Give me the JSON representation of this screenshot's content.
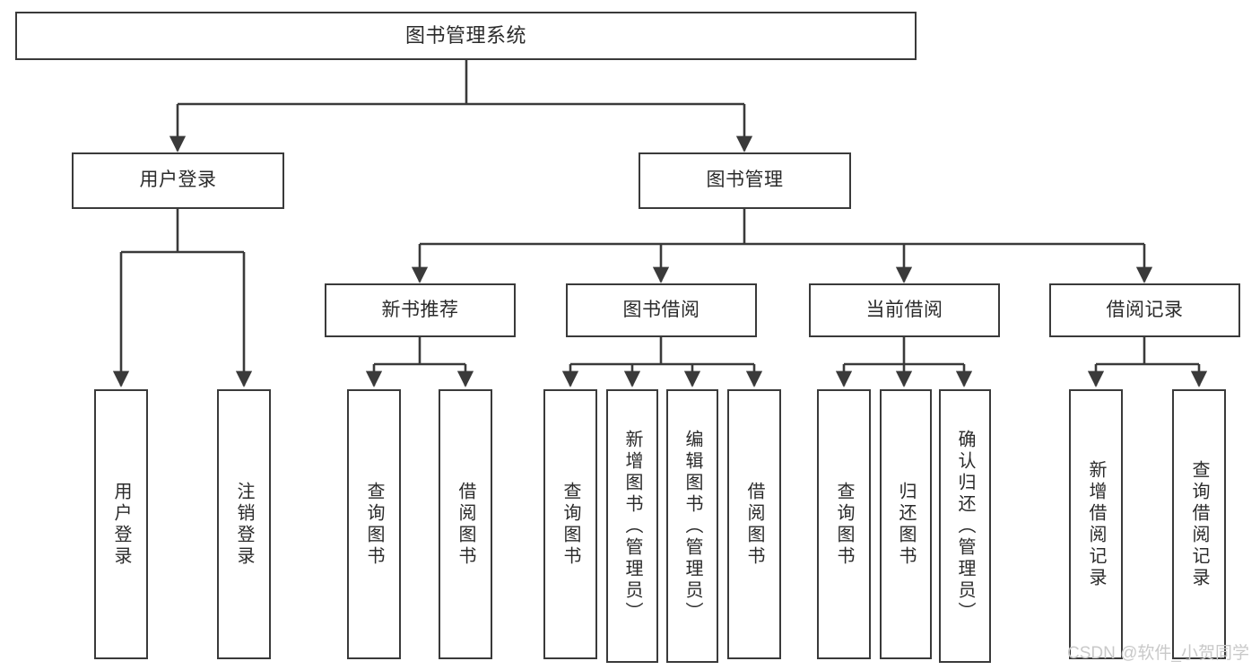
{
  "diagram": {
    "title": "图书管理系统",
    "type": "hierarchy-tree",
    "orientation": "top-down"
  },
  "root": {
    "label": "图书管理系统"
  },
  "level2": [
    {
      "label": "用户登录"
    },
    {
      "label": "图书管理"
    }
  ],
  "level3": [
    {
      "label": "新书推荐"
    },
    {
      "label": "图书借阅"
    },
    {
      "label": "当前借阅"
    },
    {
      "label": "借阅记录"
    }
  ],
  "leaves": {
    "user_login": [
      {
        "label": "用户登录"
      },
      {
        "label": "注销登录"
      }
    ],
    "new_book_recommend": [
      {
        "label": "查询图书"
      },
      {
        "label": "借阅图书"
      }
    ],
    "book_borrow": [
      {
        "label": "查询图书"
      },
      {
        "label": "新增图书（管理员）"
      },
      {
        "label": "编辑图书（管理员）"
      },
      {
        "label": "借阅图书"
      }
    ],
    "current_borrow": [
      {
        "label": "查询图书"
      },
      {
        "label": "归还图书"
      },
      {
        "label": "确认归还（管理员）"
      }
    ],
    "borrow_record": [
      {
        "label": "新增借阅记录"
      },
      {
        "label": "查询借阅记录"
      }
    ]
  },
  "watermark": {
    "text": "CSDN @软件_小贺同学"
  },
  "colors": {
    "box_border": "#3a3a3a",
    "box_fill": "#ffffff",
    "connector": "#3a3a3a",
    "text": "#2b2b2b",
    "watermark": "#c9c9c9"
  }
}
